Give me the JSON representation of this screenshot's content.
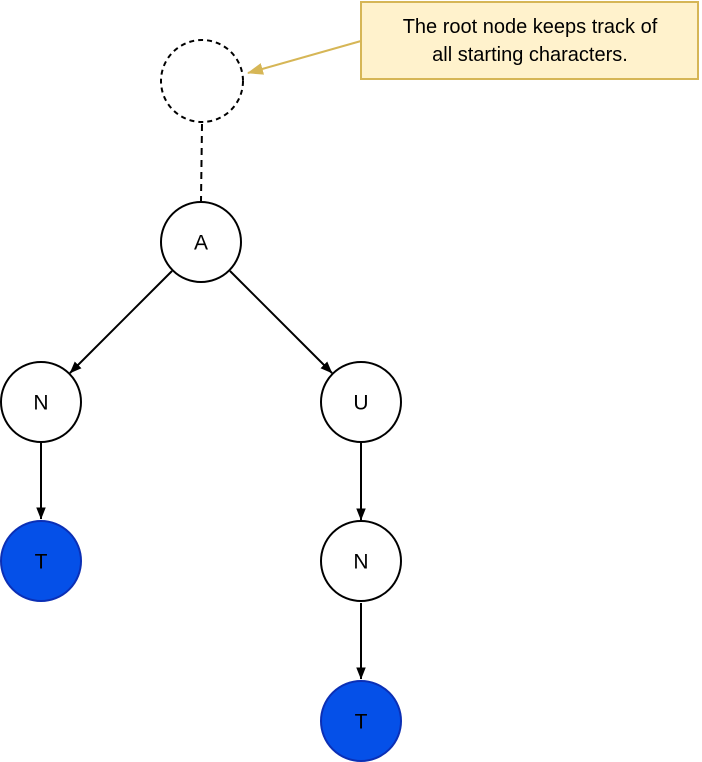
{
  "callout": {
    "line1": "The root node keeps track of",
    "line2": "all starting characters.",
    "fill": "#FFF2CC",
    "border": "#D6B656"
  },
  "nodes": {
    "root": {
      "label": ""
    },
    "a": {
      "label": "A"
    },
    "n_left": {
      "label": "N"
    },
    "u": {
      "label": "U"
    },
    "t_left": {
      "label": "T"
    },
    "n_right": {
      "label": "N"
    },
    "t_right": {
      "label": "T"
    }
  },
  "colors": {
    "node_fill": "#FFFFFF",
    "node_stroke": "#000000",
    "terminal_fill": "#0550E8",
    "terminal_stroke": "#0B2FB5",
    "terminal_text": "#FFFFFF",
    "edge": "#000000",
    "annotation_arrow": "#D6B656"
  }
}
